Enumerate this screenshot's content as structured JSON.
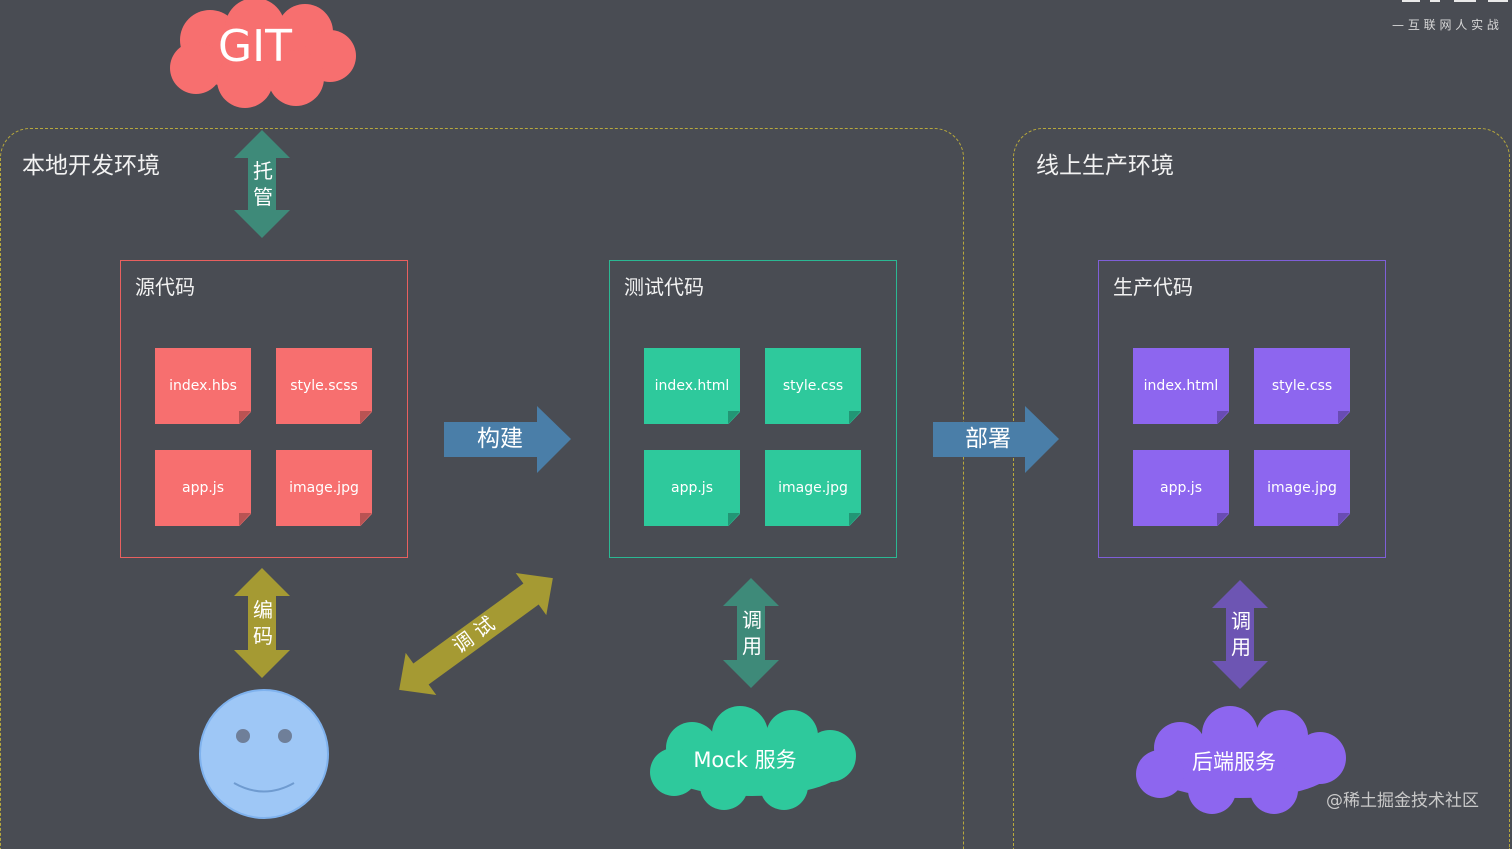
{
  "colors": {
    "background": "#494c53",
    "env_border": "#b7a83c",
    "source": "#f76f6f",
    "test": "#2ec99c",
    "prod": "#8d66ef",
    "git_cloud": "#f76f6f",
    "arrow_blue": "#4a7ea8",
    "arrow_teal": "#3e8a79",
    "arrow_olive": "#a59a33",
    "arrow_purple": "#6d55b3",
    "face": "#9ec7f6"
  },
  "header": {
    "logo_partial": "…",
    "tagline": "— 互 联 网 人 实 战"
  },
  "git": {
    "label": "GIT",
    "icon": "cloud-icon"
  },
  "local_env": {
    "title": "本地开发环境"
  },
  "online_env": {
    "title": "线上生产环境"
  },
  "source": {
    "title": "源代码",
    "files": [
      "index.hbs",
      "style.scss",
      "app.js",
      "image.jpg"
    ]
  },
  "test": {
    "title": "测试代码",
    "files": [
      "index.html",
      "style.css",
      "app.js",
      "image.jpg"
    ]
  },
  "prod": {
    "title": "生产代码",
    "files": [
      "index.html",
      "style.css",
      "app.js",
      "image.jpg"
    ]
  },
  "arrows": {
    "host": "托管",
    "build": "构建",
    "deploy": "部署",
    "code": "编码",
    "debug": "调试",
    "call_mock": "调用",
    "call_backend": "调用"
  },
  "mock": {
    "label": "Mock 服务",
    "icon": "cloud-icon"
  },
  "backend": {
    "label": "后端服务",
    "icon": "cloud-icon"
  },
  "developer": {
    "icon": "smiley-face-icon"
  },
  "watermark": "@稀土掘金技术社区"
}
